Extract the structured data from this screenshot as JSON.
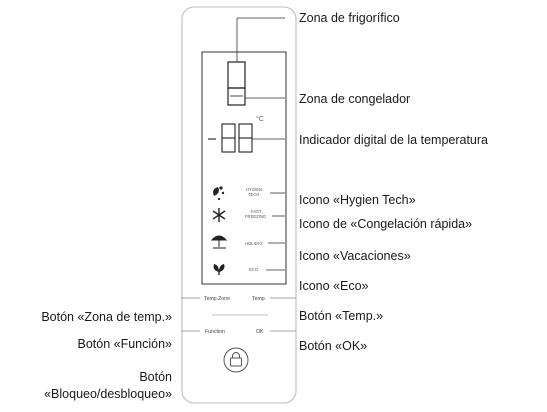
{
  "panel": {
    "unit": "°C",
    "icon_labels": {
      "hygien_tech": [
        "HYGIEN",
        "TECH"
      ],
      "fast_freezing": [
        "FAST",
        "FREEZING"
      ],
      "holiday": "HOLIDAY",
      "eco": "ECO"
    },
    "buttons": {
      "temp_zone": "Temp.Zone",
      "temp": "Temp.",
      "function": "Function",
      "ok": "OK"
    }
  },
  "callouts": {
    "fridge_zone": "Zona de frigorífico",
    "freezer_zone": "Zona de congelador",
    "digital_temp": "Indicador digital de la temperatura",
    "hygien_tech": "Icono «Hygien Tech»",
    "fast_freezing": "Icono de «Congelación rápida»",
    "holiday": "Icono «Vacaciones»",
    "eco": "Icono «Eco»",
    "temp_button": "Botón «Temp.»",
    "ok_button": "Botón «OK»",
    "temp_zone_button": "Botón «Zona de temp.»",
    "function_button": "Botón «Función»",
    "lock_button_line1": "Botón",
    "lock_button_line2": "«Bloqueo/desbloqueo»"
  }
}
